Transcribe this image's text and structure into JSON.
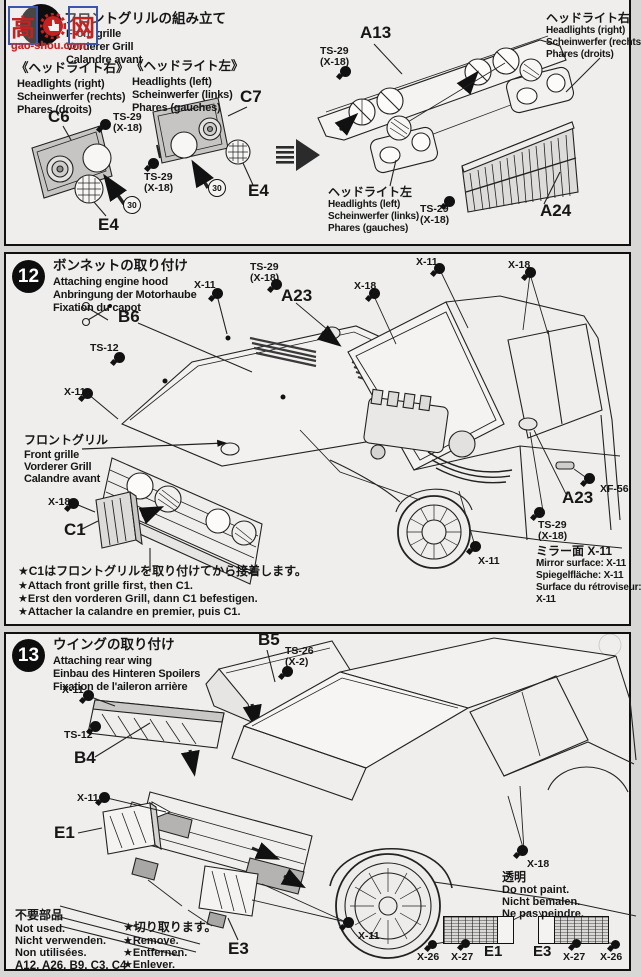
{
  "watermark": {
    "brand_1": "高",
    "brand_2": "网",
    "domain": "gao-shou.com"
  },
  "badges": {
    "s12": "12",
    "s13": "13"
  },
  "circled_number": "30",
  "paint": {
    "ts29": "TS-29",
    "ts29_sub": "(X-18)",
    "ts12": "TS-12",
    "ts26": "TS-26",
    "ts26_sub": "(X-2)",
    "x11": "X-11",
    "x18": "X-18",
    "xf56": "XF-56",
    "x26": "X-26",
    "x27": "X-27"
  },
  "step11": {
    "title_jp": "フロントグリルの組み立て",
    "title_en": "Front grille",
    "title_de": "Vorderer Grill",
    "title_fr": "Calandre avant",
    "hl_right_jp": "《ヘッドライト右》",
    "hl_right_en": "Headlights (right)",
    "hl_right_de": "Scheinwerfer (rechts)",
    "hl_right_fr": "Phares (droits)",
    "hl_left_jp": "《ヘッドライト左》",
    "hl_left_en": "Headlights (left)",
    "hl_left_de": "Scheinwerfer (links)",
    "hl_left_fr": "Phares (gauches)",
    "hl_right2_jp": "ヘッドライト右",
    "hl_left2_jp": "ヘッドライト左",
    "parts": {
      "c6": "C6",
      "c7": "C7",
      "e4": "E4",
      "a13": "A13",
      "a24": "A24"
    }
  },
  "step12": {
    "title_jp": "ボンネットの取り付け",
    "title_en": "Attaching engine hood",
    "title_de": "Anbringung der Motorhaube",
    "title_fr": "Fixation du capot",
    "grille_jp": "フロントグリル",
    "grille_en": "Front grille",
    "grille_de": "Vorderer Grill",
    "grille_fr": "Calandre avant",
    "parts": {
      "b6": "B6",
      "a23": "A23",
      "c1": "C1"
    },
    "mirror_jp": "ミラー面 X-11",
    "mirror_en": "Mirror surface: X-11",
    "mirror_de": "Spiegelfläche: X-11",
    "mirror_fr": "Surface du rétroviseur:",
    "mirror_fr2": "X-11",
    "note_jp": "★C1はフロントグリルを取り付けてから接着します。",
    "note_en": "★Attach front grille first, then C1.",
    "note_de": "★Erst den vorderen Grill, dann C1 befestigen.",
    "note_fr": "★Attacher la calandre en premier, puis C1."
  },
  "step13": {
    "title_jp": "ウイングの取り付け",
    "title_en": "Attaching rear wing",
    "title_de": "Einbau des Hinteren Spoilers",
    "title_fr": "Fixation de l'aileron arrière",
    "parts": {
      "b4": "B4",
      "b5": "B5",
      "e1": "E1",
      "e3": "E3"
    },
    "not_used_jp": "不要部品",
    "not_used_en": "Not used.",
    "not_used_de": "Nicht verwenden.",
    "not_used_fr": "Non utilisées.",
    "not_used_parts": "A12, A26, B9, C3, C4",
    "remove_jp": "★切り取ります。",
    "remove_en": "★Remove.",
    "remove_de": "★Entfernen.",
    "remove_fr": "★Enlever.",
    "nopaint_jp": "透明",
    "nopaint_en": "Do not paint.",
    "nopaint_de": "Nicht bemalen.",
    "nopaint_fr": "Ne pas peindre."
  }
}
